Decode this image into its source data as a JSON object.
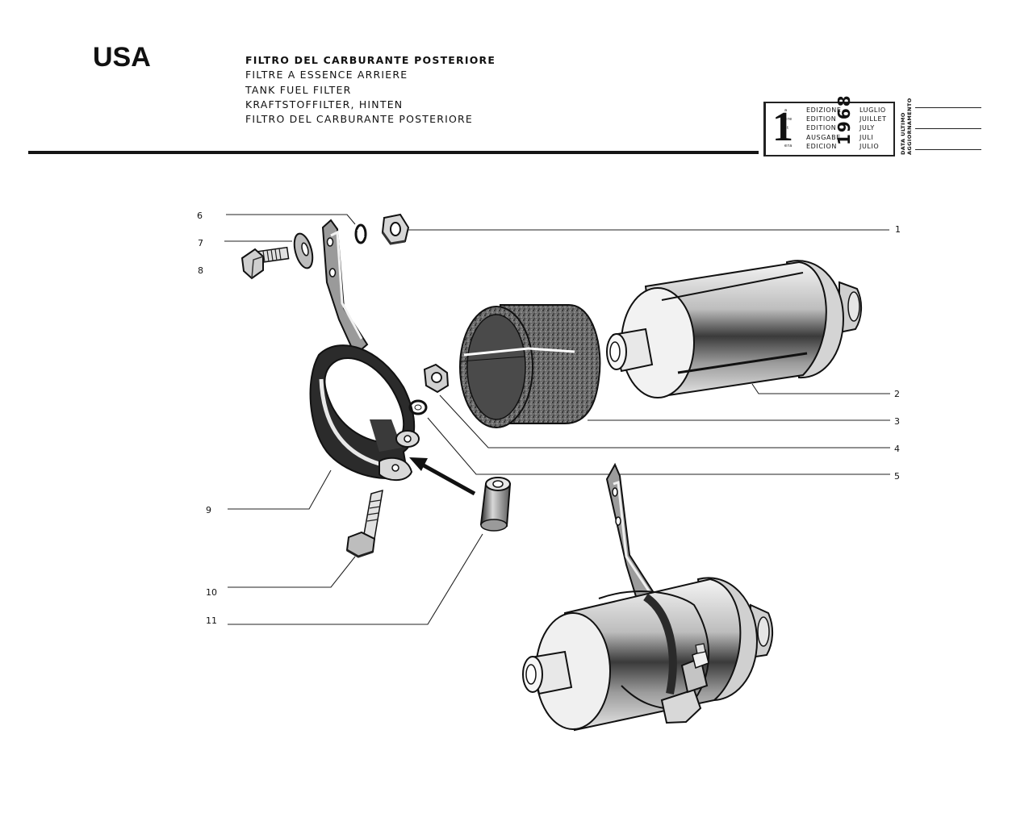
{
  "header": {
    "region": "USA",
    "titles": [
      "FILTRO DEL CARBURANTE POSTERIORE",
      "FILTRE A ESSENCE ARRIERE",
      "TANK FUEL FILTER",
      "KRAFTSTOFFILTER, HINTEN",
      "FILTRO DEL CARBURANTE POSTERIORE"
    ]
  },
  "edition_box": {
    "number": "1",
    "superscripts": [
      "a",
      "ère",
      "st",
      "-",
      "era"
    ],
    "labels": [
      "EDIZIONE",
      "EDITION",
      "EDITION",
      "AUSGABE",
      "EDICION"
    ],
    "year": "1968",
    "months": [
      "LUGLIO",
      "JUILLET",
      "JULY",
      "JULI",
      "JULIO"
    ]
  },
  "update_label": {
    "line1": "DATA ULTIMO",
    "line2": "AGGIORNAMENTO"
  },
  "callouts": [
    "1",
    "2",
    "3",
    "4",
    "5",
    "6",
    "7",
    "8",
    "9",
    "10",
    "11"
  ]
}
